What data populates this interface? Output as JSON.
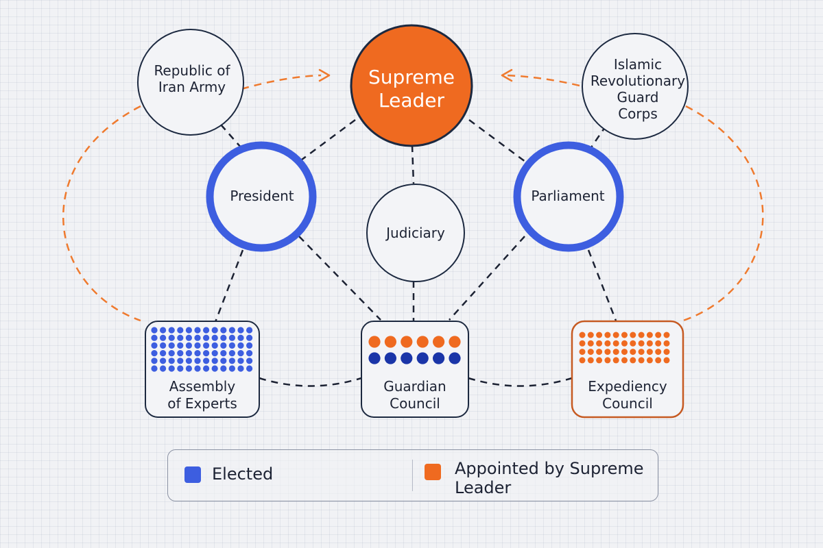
{
  "colors": {
    "elected": "#3d5ee0",
    "appointed": "#ef6a20",
    "outline": "#1c2940",
    "dashed_link": "#1c2233",
    "dashed_appointment": "#ef7a2e"
  },
  "nodes": {
    "supreme_leader": "Supreme\nLeader",
    "army": "Republic of\nIran Army",
    "irgc": "Islamic\nRevolutionary\nGuard\nCorps",
    "president": "President",
    "judiciary": "Judiciary",
    "parliament": "Parliament",
    "assembly": "Assembly\nof Experts",
    "guardian": "Guardian\nCouncil",
    "expediency": "Expediency\nCouncil"
  },
  "legend": {
    "elected": "Elected",
    "appointed": "Appointed by Supreme\nLeader"
  }
}
